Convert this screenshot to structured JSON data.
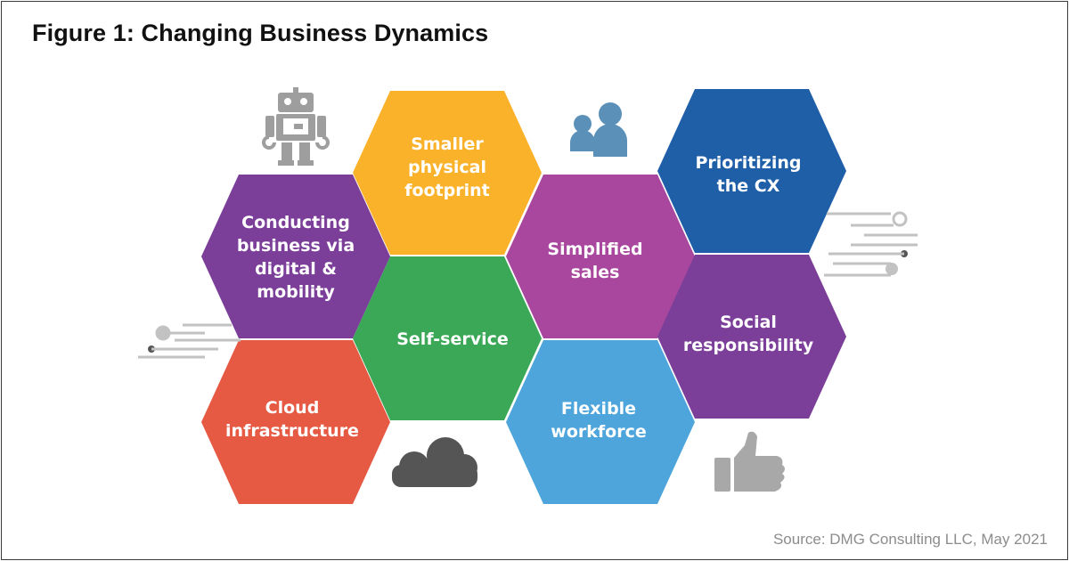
{
  "title": "Figure 1: Changing Business Dynamics",
  "source": "Source: DMG Consulting LLC, May 2021",
  "hexagons": [
    {
      "id": "conducting-business",
      "lines": [
        "Conducting",
        "business via",
        "digital &",
        "mobility"
      ],
      "color": "#7b3f99"
    },
    {
      "id": "smaller-footprint",
      "lines": [
        "Smaller",
        "physical",
        "footprint"
      ],
      "color": "#fbb22b"
    },
    {
      "id": "self-service",
      "lines": [
        "Self-service"
      ],
      "color": "#3aa856"
    },
    {
      "id": "cloud-infrastructure",
      "lines": [
        "Cloud",
        "infrastructure"
      ],
      "color": "#e65a44"
    },
    {
      "id": "simplified-sales",
      "lines": [
        "Simplified",
        "sales"
      ],
      "color": "#a8479d"
    },
    {
      "id": "flexible-workforce",
      "lines": [
        "Flexible",
        "workforce"
      ],
      "color": "#4ea5dc"
    },
    {
      "id": "prioritizing-cx",
      "lines": [
        "Prioritizing",
        "the CX"
      ],
      "color": "#1f5fa8"
    },
    {
      "id": "social-responsibility",
      "lines": [
        "Social",
        "responsibility"
      ],
      "color": "#7b3f99"
    }
  ],
  "icons": [
    "robot-icon",
    "people-icon",
    "cloud-icon",
    "thumbs-up-icon",
    "motion-lines-icon"
  ],
  "colors": {
    "icon_gray": "#9e9e9e",
    "people_blue": "#5b91b8",
    "cloud_dark": "#555555"
  }
}
